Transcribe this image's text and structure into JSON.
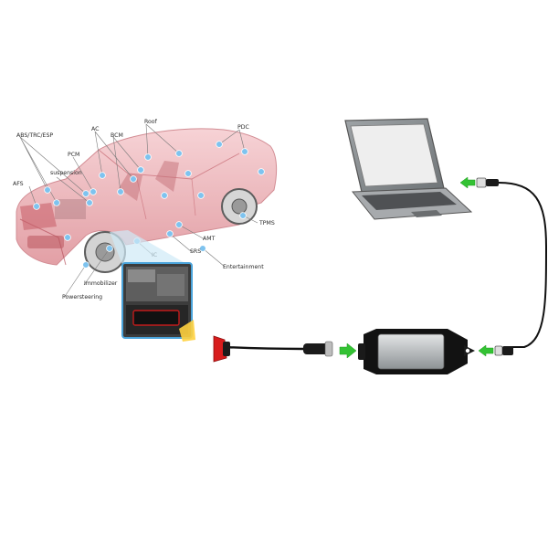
{
  "labels": {
    "abs": "ABS/TRC/ESP",
    "ac": "AC",
    "roof": "Roof",
    "bcm": "BCM",
    "pdc": "PDC",
    "pcm": "PCM",
    "suspension": "suspension",
    "afs": "AFS",
    "tpms": "TPMS",
    "amt": "AMT",
    "ic": "IC",
    "srs": "SRS",
    "entertainment": "Entertainment",
    "immobilizer": "Immobilizer",
    "powersteering": "Powersteering"
  },
  "colors": {
    "car_body": "#e79aa2",
    "node": "#7ec3ef",
    "arrow": "#33c233",
    "obd_plug": "#d81c1c",
    "cable": "#111111"
  }
}
